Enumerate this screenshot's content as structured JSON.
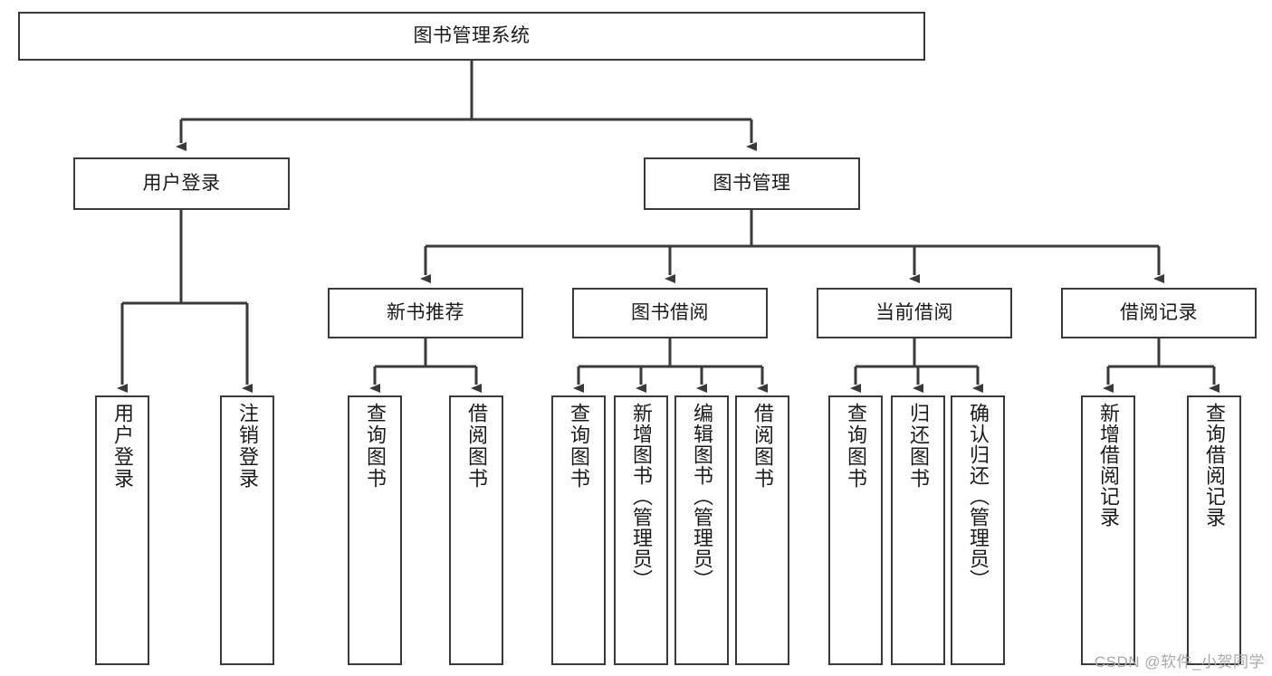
{
  "diagram": {
    "type": "tree",
    "title": "图书管理系统",
    "root": {
      "label": "图书管理系统"
    },
    "level1": [
      {
        "label": "用户登录"
      },
      {
        "label": "图书管理"
      }
    ],
    "level2": [
      {
        "label": "新书推荐"
      },
      {
        "label": "图书借阅"
      },
      {
        "label": "当前借阅"
      },
      {
        "label": "借阅记录"
      }
    ],
    "leaves": {
      "user_login": [
        {
          "label": "用户登录"
        },
        {
          "label": "注销登录"
        }
      ],
      "new_book_recommend": [
        {
          "label": "查询图书"
        },
        {
          "label": "借阅图书"
        }
      ],
      "book_borrow": [
        {
          "label": "查询图书"
        },
        {
          "label": "新增图书（管理员）"
        },
        {
          "label": "编辑图书（管理员）"
        },
        {
          "label": "借阅图书"
        }
      ],
      "current_borrow": [
        {
          "label": "查询图书"
        },
        {
          "label": "归还图书"
        },
        {
          "label": "确认归还（管理员）"
        }
      ],
      "borrow_record": [
        {
          "label": "新增借阅记录"
        },
        {
          "label": "查询借阅记录"
        }
      ]
    }
  },
  "watermark": {
    "text": "CSDN @软件_小贺同学"
  },
  "colors": {
    "stroke": "#3a3a3a",
    "background": "#ffffff",
    "text": "#1b1b1b",
    "watermark": "#a8a8a8"
  }
}
